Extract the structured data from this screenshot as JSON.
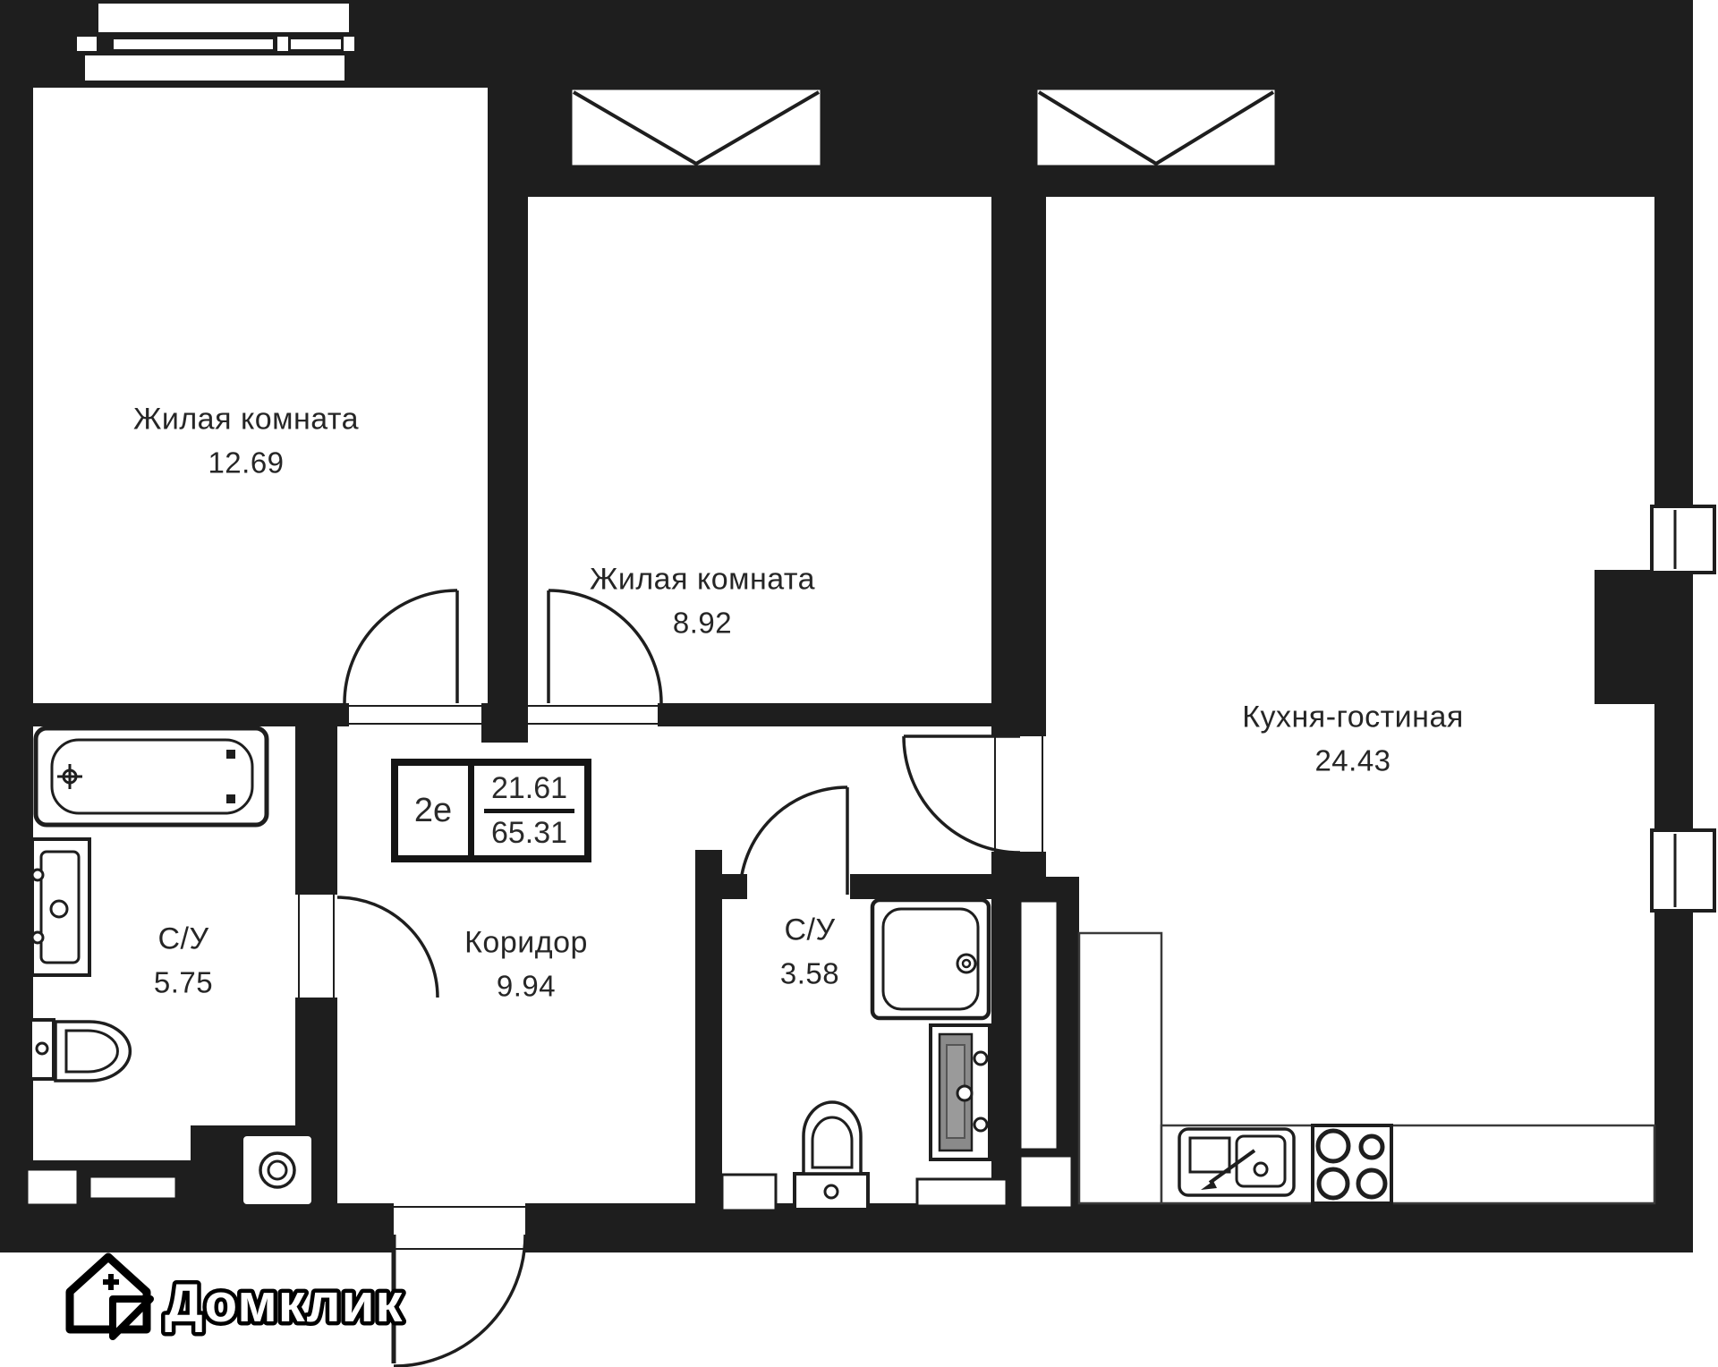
{
  "plan": {
    "rooms": [
      {
        "name": "Жилая комната",
        "area": "12.69"
      },
      {
        "name": "Жилая комната",
        "area": "8.92"
      },
      {
        "name": "Кухня-гостиная",
        "area": "24.43"
      },
      {
        "name": "Коридор",
        "area": "9.94"
      },
      {
        "name": "С/У",
        "area": "5.75"
      },
      {
        "name": "С/У",
        "area": "3.58"
      }
    ],
    "info_box": {
      "type_label": "2е",
      "living_area": "21.61",
      "total_area": "65.31"
    },
    "logo": {
      "text": "Домклик"
    },
    "icons": [
      "bathtub-icon",
      "sink-icon",
      "toilet-icon",
      "washing-machine-icon",
      "shower-icon",
      "towel-rail-icon",
      "kitchen-sink-icon",
      "stove-icon",
      "window-icon",
      "door-arc-icon",
      "logo-house-icon"
    ],
    "colors": {
      "wall": "#1e1e1e",
      "background": "#ffffff",
      "text": "#262626",
      "fixture_gray": "#8a8a8a"
    }
  }
}
